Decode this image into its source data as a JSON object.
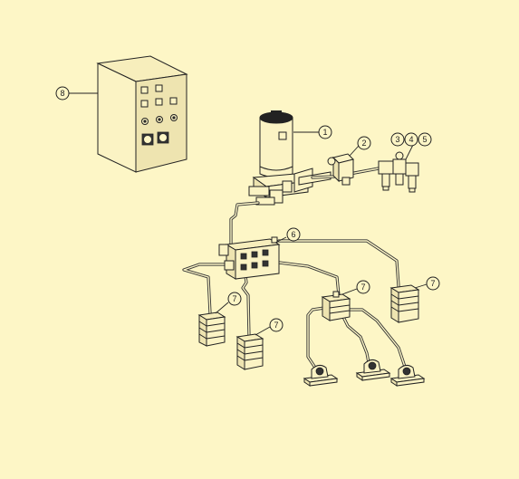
{
  "callouts": [
    {
      "id": "c1",
      "label": "1"
    },
    {
      "id": "c2",
      "label": "2"
    },
    {
      "id": "c3",
      "label": "3"
    },
    {
      "id": "c4",
      "label": "4"
    },
    {
      "id": "c5",
      "label": "5"
    },
    {
      "id": "c6",
      "label": "6"
    },
    {
      "id": "c7a",
      "label": "7"
    },
    {
      "id": "c7b",
      "label": "7"
    },
    {
      "id": "c7c",
      "label": "7"
    },
    {
      "id": "c7d",
      "label": "7"
    },
    {
      "id": "c8",
      "label": "8"
    }
  ],
  "colors": {
    "background": "#fdf6c6",
    "line": "#222222"
  }
}
